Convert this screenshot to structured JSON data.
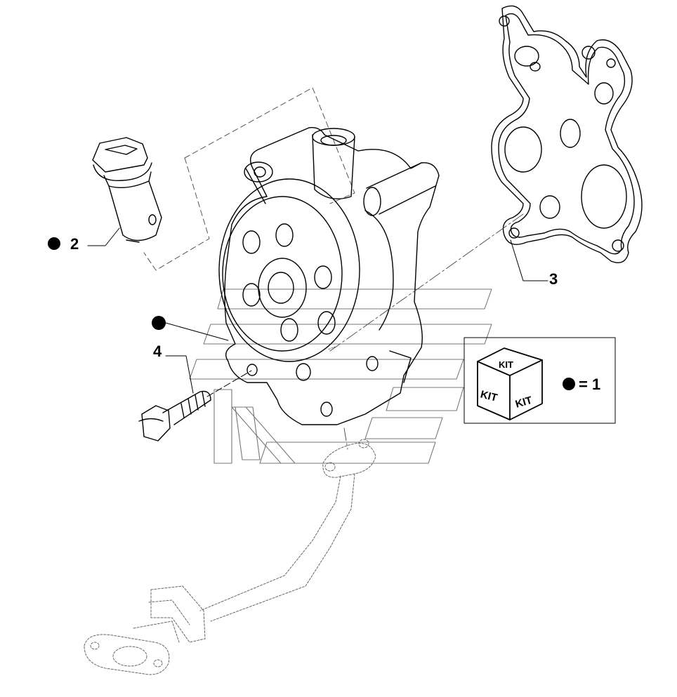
{
  "callouts": {
    "item_2": "2",
    "item_3": "3",
    "item_4": "4"
  },
  "kit_legend": {
    "top_face": "KIT",
    "left_face": "KIT",
    "right_face": "KIT",
    "equals": "= 1"
  },
  "colors": {
    "line": "#000000",
    "background": "#ffffff",
    "ghost": "#999999"
  }
}
